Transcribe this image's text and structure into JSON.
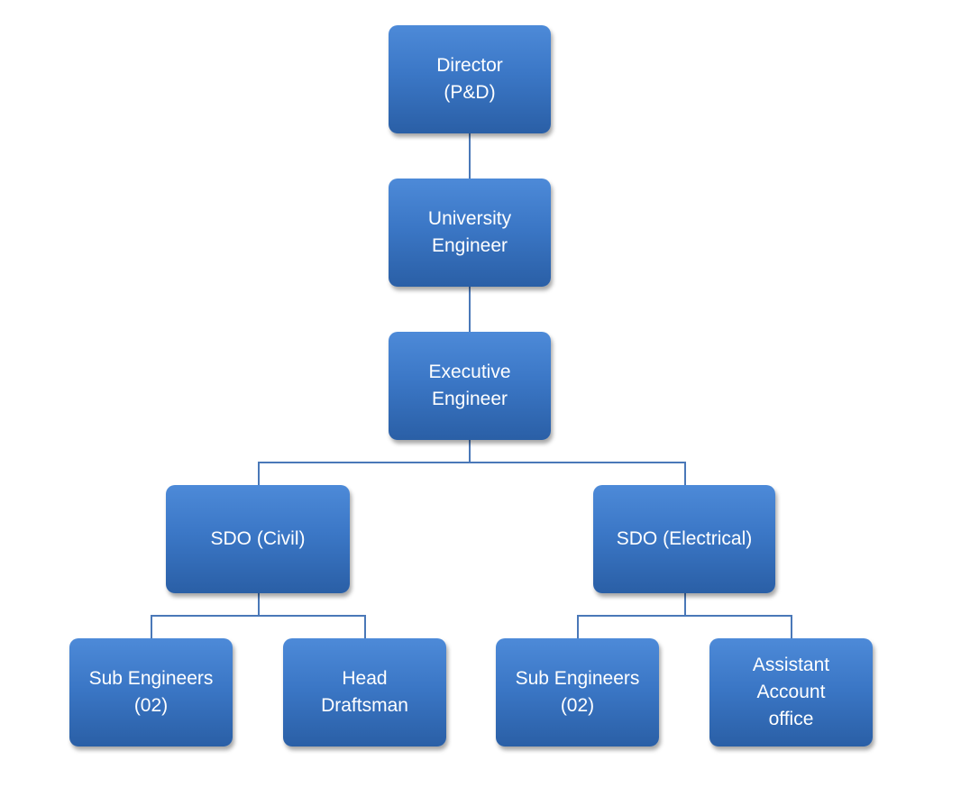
{
  "org_chart": {
    "director": "Director\n(P&D)",
    "university_engineer": "University\nEngineer",
    "executive_engineer": "Executive\nEngineer",
    "sdo_civil": "SDO (Civil)",
    "sdo_electrical": "SDO (Electrical)",
    "sub_engineers_civil": "Sub Engineers\n(02)",
    "head_draftsman": "Head\nDraftsman",
    "sub_engineers_electrical": "Sub Engineers\n(02)",
    "assistant_account_office": "Assistant\nAccount\noffice"
  },
  "colors": {
    "box_fill": "#3b77c6",
    "connector": "#4a78b8",
    "text": "#ffffff"
  }
}
